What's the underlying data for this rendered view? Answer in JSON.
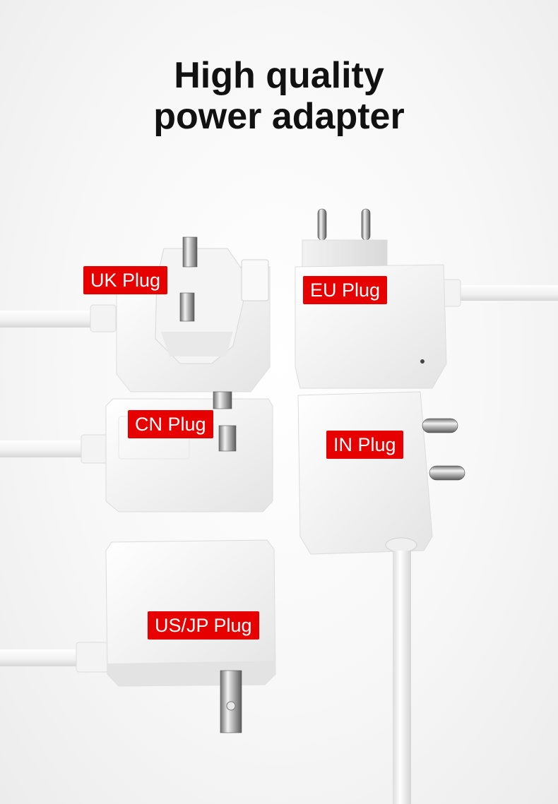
{
  "title": {
    "line1": "High quality",
    "line2": "power adapter"
  },
  "labels": {
    "uk": "UK Plug",
    "eu": "EU Plug",
    "cn": "CN Plug",
    "in": "IN Plug",
    "us_jp": "US/JP Plug"
  },
  "colors": {
    "label_bg": "#e60000",
    "label_text": "#ffffff",
    "title_text": "#111111"
  }
}
